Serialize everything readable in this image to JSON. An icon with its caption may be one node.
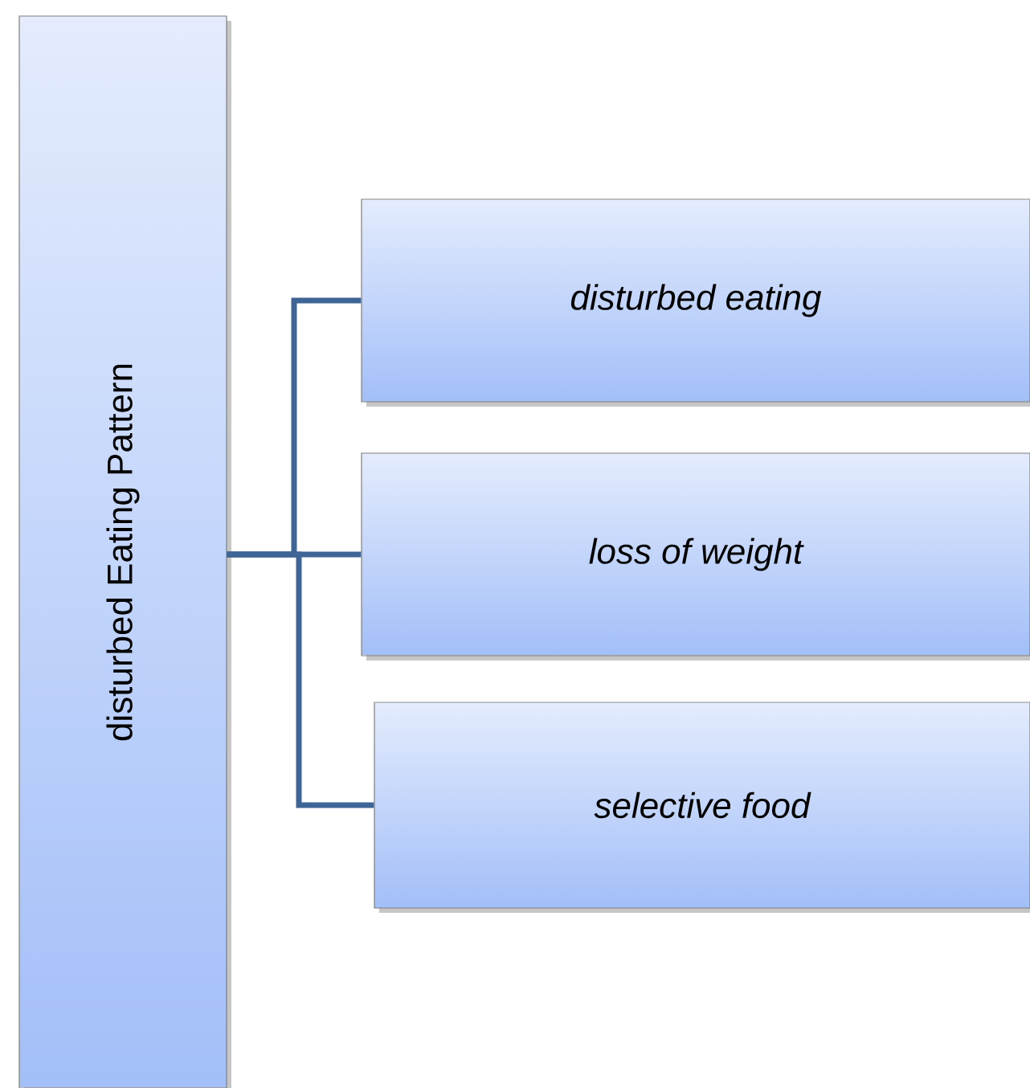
{
  "diagram": {
    "nodes": [
      {
        "text": [
          "disturbed Eating Pattern"
        ]
      },
      {
        "text": [
          "disturbed eating"
        ]
      },
      {
        "text": [
          "loss of weight"
        ]
      },
      {
        "text": [
          "selective food"
        ]
      }
    ],
    "edges": [
      {
        "from": 0,
        "to": 1,
        "arrow": "none"
      },
      {
        "from": 0,
        "to": 2,
        "arrow": "none"
      },
      {
        "from": 0,
        "to": 3,
        "arrow": "none"
      }
    ]
  }
}
